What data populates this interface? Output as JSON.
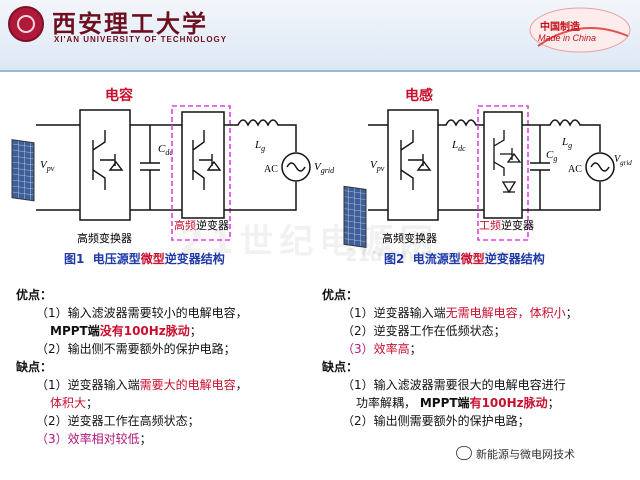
{
  "header": {
    "university_cn": "西安理工大学",
    "university_en": "XI'AN UNIVERSITY OF TECHNOLOGY",
    "badge_cn": "中国制造",
    "badge_en": "Made in China"
  },
  "colors": {
    "accent_blue": "#1f3aa8",
    "highlight_red": "#c8102e",
    "box_magenta": "#e040e0"
  },
  "left_diagram": {
    "component_label": "电容",
    "vpv": "V",
    "vpv_sub": "pv",
    "cdc": "C",
    "cdc_sub": "dc",
    "lg": "L",
    "lg_sub": "g",
    "ac": "AC",
    "vgrid": "V",
    "vgrid_sub": "grid",
    "block1_label": "高频变换器",
    "block2_label_highlight": "高频",
    "block2_label_rest": "逆变器",
    "caption_fig": "图1",
    "caption_a": "电压源型",
    "caption_b": "微型",
    "caption_c": "逆变器结构"
  },
  "right_diagram": {
    "component_label": "电感",
    "vpv": "V",
    "vpv_sub": "pv",
    "ldc": "L",
    "ldc_sub": "dc",
    "lg": "L",
    "lg_sub": "g",
    "cg": "C",
    "cg_sub": "g",
    "ac": "AC",
    "vgrid": "V",
    "vgrid_sub": "grid",
    "block1_label": "高频变换器",
    "block2_label_highlight": "工频",
    "block2_label_rest": "逆变器",
    "caption_fig": "图2",
    "caption_a": "电流源型",
    "caption_b": "微型",
    "caption_c": "逆变器结构"
  },
  "left_text": {
    "pros_head": "优点：",
    "p1_a": "（1）输入滤波器需要较小的电解电容，",
    "p1_b": "MPPT端",
    "p1_c": "没有100Hz脉动",
    "p1_d": "；",
    "p2": "（2）输出侧不需要额外的保护电路；",
    "cons_head": "缺点：",
    "c1_a": "（1）逆变器输入端",
    "c1_b": "需要大的电解电容",
    "c1_c": "，",
    "c1_d": "体积大",
    "c1_e": "；",
    "c2": "（2）逆变器工作在高频状态；",
    "c3_a": "（3）",
    "c3_b": "效率相对较低",
    "c3_c": "；"
  },
  "right_text": {
    "pros_head": "优点：",
    "p1_a": "（1）逆变器输入端",
    "p1_b": "无需电解电容，体积小",
    "p1_c": "；",
    "p2": "（2）逆变器工作在低频状态；",
    "p3_a": "（3）",
    "p3_b": "效率高",
    "p3_c": "；",
    "cons_head": "缺点：",
    "c1_a": "（1）输入滤波器需要很大的电解电容进行",
    "c1_b": "功率解耦，",
    "c1_c": "MPPT端",
    "c1_d": "有100Hz脉动",
    "c1_e": "；",
    "c2": "（2）输出侧需要额外的保护电路；"
  },
  "watermark": {
    "main": "21世纪电源网",
    "sub": "21dianyuan.com"
  },
  "footer": {
    "account": "新能源与微电网技术"
  }
}
